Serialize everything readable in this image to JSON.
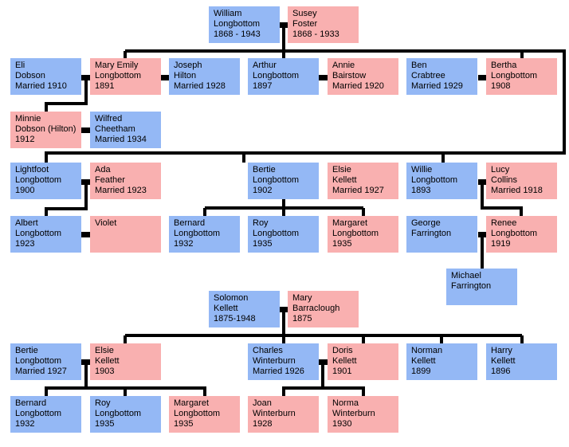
{
  "colors": {
    "male": "#94b8f5",
    "female": "#f9b0b0",
    "line": "#000000"
  },
  "people": [
    {
      "sex": "m",
      "lines": [
        "William",
        "Longbottom",
        "1868 - 1943"
      ]
    },
    {
      "sex": "f",
      "lines": [
        "Susey",
        "Foster",
        "1868 - 1933"
      ]
    },
    {
      "sex": "m",
      "lines": [
        "Eli",
        "Dobson",
        "Married 1910"
      ]
    },
    {
      "sex": "f",
      "lines": [
        "Mary Emily",
        "Longbottom",
        "1891"
      ]
    },
    {
      "sex": "m",
      "lines": [
        "Joseph",
        "Hilton",
        "Married 1928"
      ]
    },
    {
      "sex": "m",
      "lines": [
        "Arthur",
        "Longbottom",
        "1897"
      ]
    },
    {
      "sex": "f",
      "lines": [
        "Annie",
        "Bairstow",
        "Married 1920"
      ]
    },
    {
      "sex": "m",
      "lines": [
        "Ben",
        "Crabtree",
        "Married 1929"
      ]
    },
    {
      "sex": "f",
      "lines": [
        "Bertha",
        "Longbottom",
        "1908"
      ]
    },
    {
      "sex": "f",
      "lines": [
        "Minnie",
        "Dobson (Hilton)",
        "1912"
      ]
    },
    {
      "sex": "m",
      "lines": [
        "Wilfred",
        "Cheetham",
        "Married 1934"
      ]
    },
    {
      "sex": "m",
      "lines": [
        "Lightfoot",
        "Longbottom",
        "1900"
      ]
    },
    {
      "sex": "f",
      "lines": [
        "Ada",
        "Feather",
        "Married 1923"
      ]
    },
    {
      "sex": "m",
      "lines": [
        "Bertie",
        "Longbottom",
        "1902"
      ]
    },
    {
      "sex": "f",
      "lines": [
        "Elsie",
        "Kellett",
        "Married 1927"
      ]
    },
    {
      "sex": "m",
      "lines": [
        "Willie",
        "Longbottom",
        "1893"
      ]
    },
    {
      "sex": "f",
      "lines": [
        "Lucy",
        "Collins",
        "Married 1918"
      ]
    },
    {
      "sex": "m",
      "lines": [
        "Albert",
        "Longbottom",
        "1923"
      ]
    },
    {
      "sex": "f",
      "lines": [
        "Violet"
      ]
    },
    {
      "sex": "m",
      "lines": [
        "Bernard",
        "Longbottom",
        "1932"
      ]
    },
    {
      "sex": "m",
      "lines": [
        "Roy",
        "Longbottom",
        "1935"
      ]
    },
    {
      "sex": "f",
      "lines": [
        "Margaret",
        "Longbottom",
        "1935"
      ]
    },
    {
      "sex": "m",
      "lines": [
        "George",
        "Farrington"
      ]
    },
    {
      "sex": "f",
      "lines": [
        "Renee",
        "Longbottom",
        "1919"
      ]
    },
    {
      "sex": "m",
      "lines": [
        "Michael",
        "Farrington"
      ]
    },
    {
      "sex": "m",
      "lines": [
        "Solomon",
        "Kellett",
        "1875-1948"
      ]
    },
    {
      "sex": "f",
      "lines": [
        "Mary",
        "Barraclough",
        "1875"
      ]
    },
    {
      "sex": "m",
      "lines": [
        "Bertie",
        "Longbottom",
        "Married 1927"
      ]
    },
    {
      "sex": "f",
      "lines": [
        "Elsie",
        "Kellett",
        "1903"
      ]
    },
    {
      "sex": "m",
      "lines": [
        "Charles",
        "Winterburn",
        "Married 1926"
      ]
    },
    {
      "sex": "f",
      "lines": [
        "Doris",
        "Kellett",
        "1901"
      ]
    },
    {
      "sex": "m",
      "lines": [
        "Norman",
        "Kellett",
        "1899"
      ]
    },
    {
      "sex": "m",
      "lines": [
        "Harry",
        "Kellett",
        "1896"
      ]
    },
    {
      "sex": "m",
      "lines": [
        "Bernard",
        "Longbottom",
        "1932"
      ]
    },
    {
      "sex": "m",
      "lines": [
        "Roy",
        "Longbottom",
        "1935"
      ]
    },
    {
      "sex": "f",
      "lines": [
        "Margaret",
        "Longbottom",
        "1935"
      ]
    },
    {
      "sex": "f",
      "lines": [
        "Joan",
        "Winterburn",
        "1928"
      ]
    },
    {
      "sex": "f",
      "lines": [
        "Norma",
        "Winterburn",
        "1930"
      ]
    }
  ]
}
